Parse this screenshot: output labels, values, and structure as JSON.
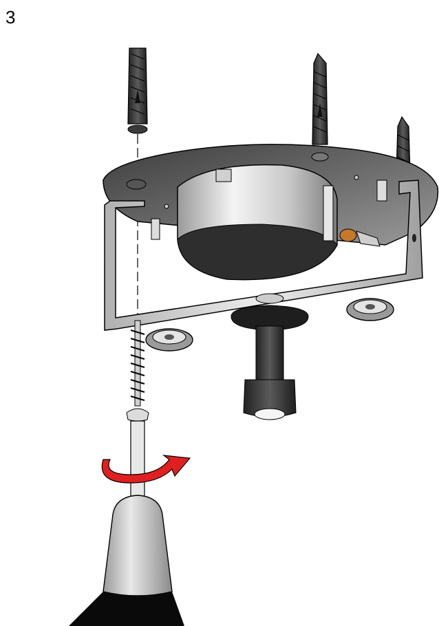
{
  "step": {
    "number": "3"
  },
  "colors": {
    "metal_dark": "#4a4a4a",
    "metal_mid": "#8a8a8a",
    "metal_light": "#d9d9d9",
    "plug_dark": "#2b2b2b",
    "arrow_red": "#e02020",
    "handle_black": "#0a0a0a",
    "copper": "#c8782a"
  },
  "icons": [
    "wall-plug",
    "mounting-plate",
    "bracket",
    "screw",
    "screwdriver",
    "rotation-arrow"
  ]
}
